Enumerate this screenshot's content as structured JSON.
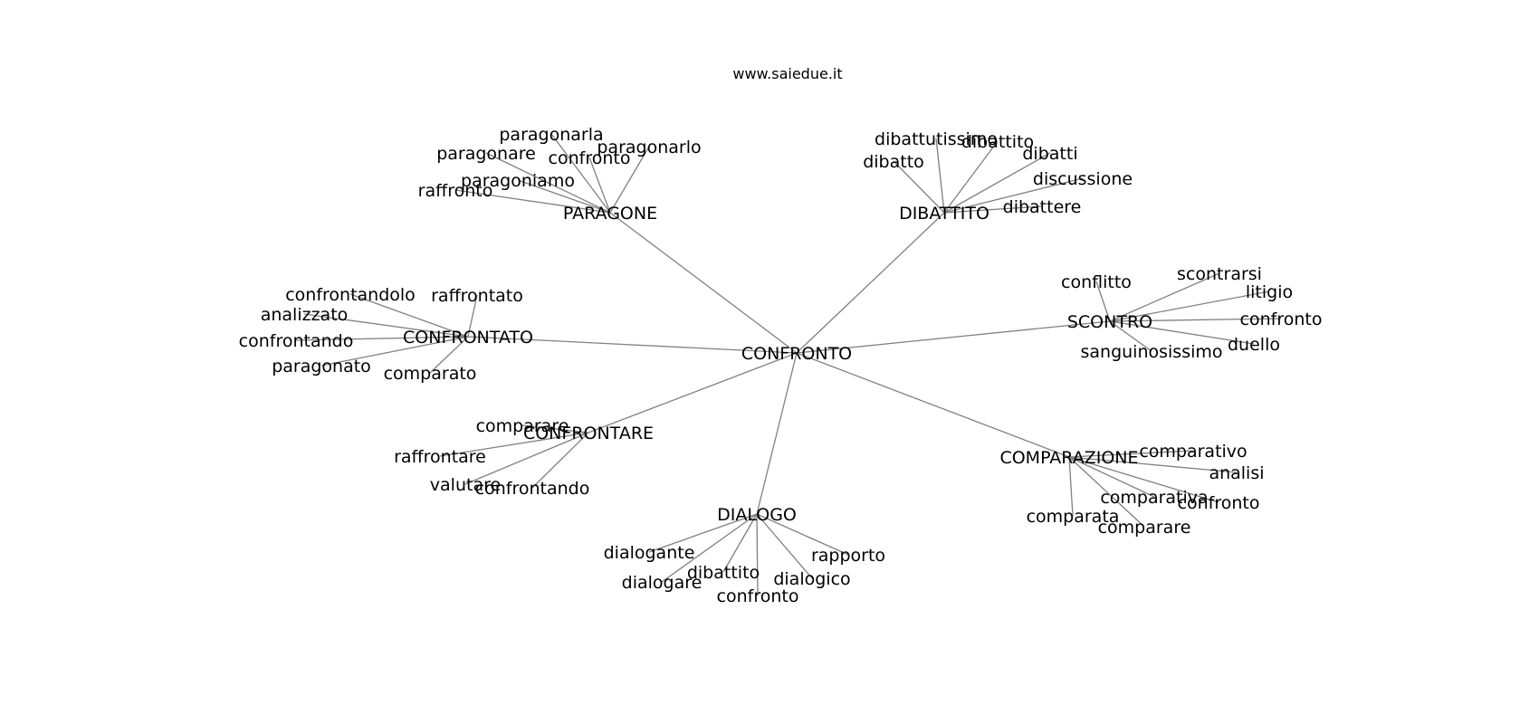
{
  "site": "www.saiedue.it",
  "root": "CONFRONTO",
  "edge_color": "#808080",
  "hubs": [
    {
      "label": "PARAGONE",
      "leaves": [
        "paragonarla",
        "paragonare",
        "confronto",
        "paragonarlo",
        "paragoniamo",
        "raffronto"
      ]
    },
    {
      "label": "DIBATTITO",
      "leaves": [
        "dibattutissimo",
        "dibattito",
        "dibatto",
        "dibatti",
        "discussione",
        "dibattere"
      ]
    },
    {
      "label": "CONFRONTATO",
      "leaves": [
        "confrontandolo",
        "raffrontato",
        "analizzato",
        "confrontando",
        "paragonato",
        "comparato"
      ]
    },
    {
      "label": "SCONTRO",
      "leaves": [
        "conflitto",
        "scontrarsi",
        "litigio",
        "confronto",
        "sanguinosissimo",
        "duello"
      ]
    },
    {
      "label": "CONFRONTARE",
      "leaves": [
        "comparare",
        "raffrontare",
        "valutare",
        "confrontando"
      ]
    },
    {
      "label": "COMPARAZIONE",
      "leaves": [
        "comparativo",
        "analisi",
        "comparativa",
        "confronto",
        "comparata",
        "comparare"
      ]
    },
    {
      "label": "DIALOGO",
      "leaves": [
        "dialogante",
        "rapporto",
        "dibattito",
        "dialogare",
        "dialogico",
        "confronto"
      ]
    }
  ]
}
